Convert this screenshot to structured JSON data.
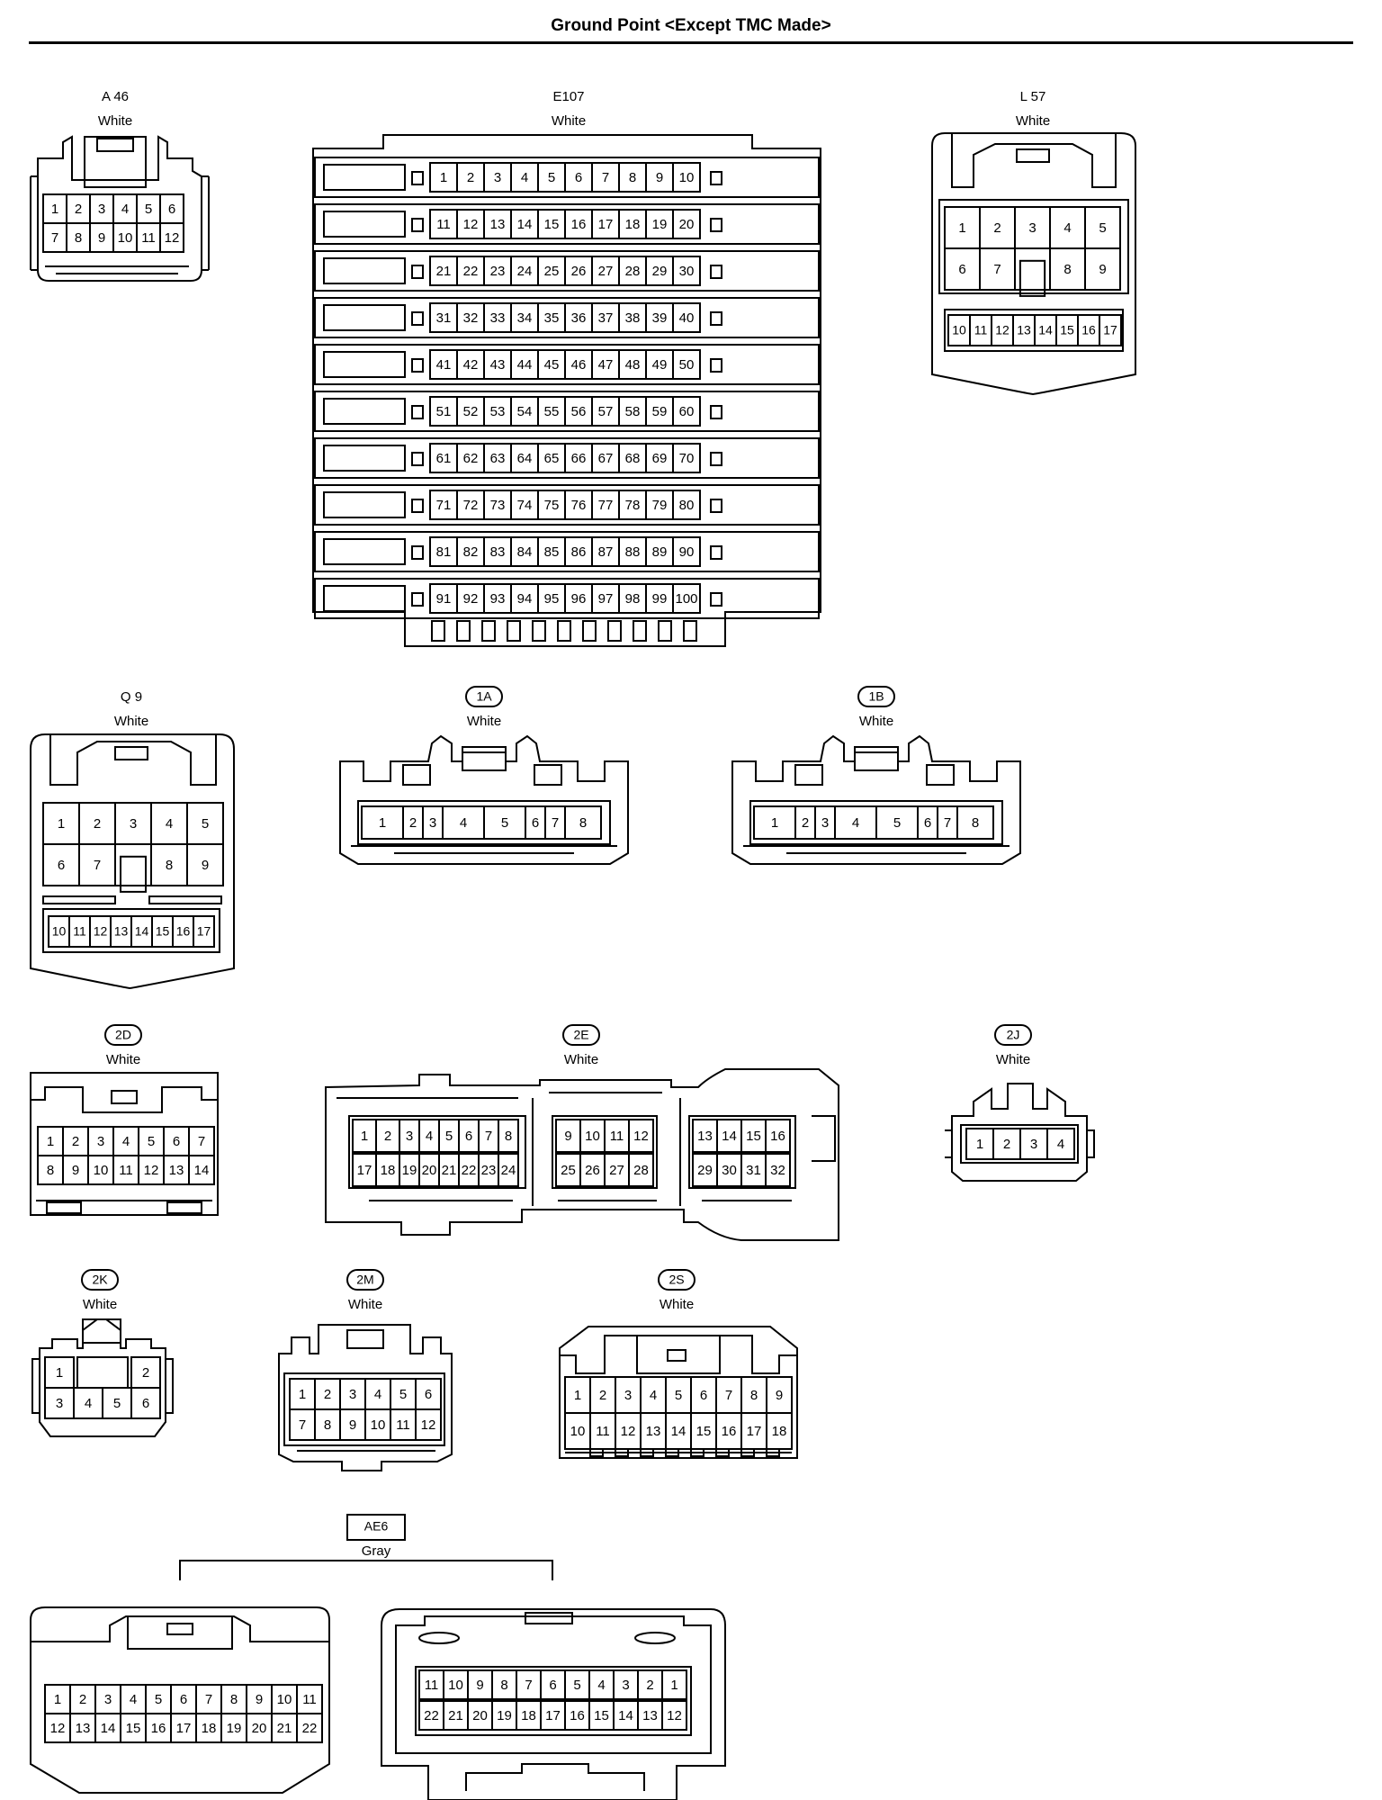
{
  "title": "Ground Point <Except TMC Made>",
  "connectors": {
    "A46": {
      "code": "A 46",
      "color": "White",
      "rows": [
        [
          "1",
          "2",
          "3",
          "4",
          "5",
          "6"
        ],
        [
          "7",
          "8",
          "9",
          "10",
          "11",
          "12"
        ]
      ]
    },
    "E107": {
      "code": "E107",
      "color": "White",
      "rows": [
        [
          "1",
          "2",
          "3",
          "4",
          "5",
          "6",
          "7",
          "8",
          "9",
          "10"
        ],
        [
          "11",
          "12",
          "13",
          "14",
          "15",
          "16",
          "17",
          "18",
          "19",
          "20"
        ],
        [
          "21",
          "22",
          "23",
          "24",
          "25",
          "26",
          "27",
          "28",
          "29",
          "30"
        ],
        [
          "31",
          "32",
          "33",
          "34",
          "35",
          "36",
          "37",
          "38",
          "39",
          "40"
        ],
        [
          "41",
          "42",
          "43",
          "44",
          "45",
          "46",
          "47",
          "48",
          "49",
          "50"
        ],
        [
          "51",
          "52",
          "53",
          "54",
          "55",
          "56",
          "57",
          "58",
          "59",
          "60"
        ],
        [
          "61",
          "62",
          "63",
          "64",
          "65",
          "66",
          "67",
          "68",
          "69",
          "70"
        ],
        [
          "71",
          "72",
          "73",
          "74",
          "75",
          "76",
          "77",
          "78",
          "79",
          "80"
        ],
        [
          "81",
          "82",
          "83",
          "84",
          "85",
          "86",
          "87",
          "88",
          "89",
          "90"
        ],
        [
          "91",
          "92",
          "93",
          "94",
          "95",
          "96",
          "97",
          "98",
          "99",
          "100"
        ]
      ]
    },
    "L57": {
      "code": "L 57",
      "color": "White",
      "rows": [
        [
          "1",
          "2",
          "3",
          "4",
          "5"
        ],
        [
          "6",
          "7",
          "",
          "8",
          "9"
        ],
        [
          "10",
          "11",
          "12",
          "13",
          "14",
          "15",
          "16",
          "17"
        ]
      ]
    },
    "Q9": {
      "code": "Q 9",
      "color": "White",
      "rows": [
        [
          "1",
          "2",
          "3",
          "4",
          "5"
        ],
        [
          "6",
          "7",
          "",
          "8",
          "9"
        ],
        [
          "10",
          "11",
          "12",
          "13",
          "14",
          "15",
          "16",
          "17"
        ]
      ]
    },
    "1A": {
      "code": "1A",
      "color": "White",
      "rows": [
        [
          "1",
          "2",
          "3",
          "4",
          "5",
          "6",
          "7",
          "8"
        ]
      ]
    },
    "1B": {
      "code": "1B",
      "color": "White",
      "rows": [
        [
          "1",
          "2",
          "3",
          "4",
          "5",
          "6",
          "7",
          "8"
        ]
      ]
    },
    "2D": {
      "code": "2D",
      "color": "White",
      "rows": [
        [
          "1",
          "2",
          "3",
          "4",
          "5",
          "6",
          "7"
        ],
        [
          "8",
          "9",
          "10",
          "11",
          "12",
          "13",
          "14"
        ]
      ]
    },
    "2E": {
      "code": "2E",
      "color": "White",
      "groups": [
        [
          [
            "1",
            "2",
            "3",
            "4",
            "5",
            "6",
            "7",
            "8"
          ],
          [
            "17",
            "18",
            "19",
            "20",
            "21",
            "22",
            "23",
            "24"
          ]
        ],
        [
          [
            "9",
            "10",
            "11",
            "12"
          ],
          [
            "25",
            "26",
            "27",
            "28"
          ]
        ],
        [
          [
            "13",
            "14",
            "15",
            "16"
          ],
          [
            "29",
            "30",
            "31",
            "32"
          ]
        ]
      ]
    },
    "2J": {
      "code": "2J",
      "color": "White",
      "rows": [
        [
          "1",
          "2",
          "3",
          "4"
        ]
      ]
    },
    "2K": {
      "code": "2K",
      "color": "White",
      "rows": [
        [
          "1",
          "2"
        ],
        [
          "3",
          "4",
          "5",
          "6"
        ]
      ]
    },
    "2M": {
      "code": "2M",
      "color": "White",
      "rows": [
        [
          "1",
          "2",
          "3",
          "4",
          "5",
          "6"
        ],
        [
          "7",
          "8",
          "9",
          "10",
          "11",
          "12"
        ]
      ]
    },
    "2S": {
      "code": "2S",
      "color": "White",
      "rows": [
        [
          "1",
          "2",
          "3",
          "4",
          "5",
          "6",
          "7",
          "8",
          "9"
        ],
        [
          "10",
          "11",
          "12",
          "13",
          "14",
          "15",
          "16",
          "17",
          "18"
        ]
      ]
    },
    "AE6": {
      "code": "AE6",
      "color": "Gray",
      "male_rows": [
        [
          "1",
          "2",
          "3",
          "4",
          "5",
          "6",
          "7",
          "8",
          "9",
          "10",
          "11"
        ],
        [
          "12",
          "13",
          "14",
          "15",
          "16",
          "17",
          "18",
          "19",
          "20",
          "21",
          "22"
        ]
      ],
      "female_rows": [
        [
          "11",
          "10",
          "9",
          "8",
          "7",
          "6",
          "5",
          "4",
          "3",
          "2",
          "1"
        ],
        [
          "22",
          "21",
          "20",
          "19",
          "18",
          "17",
          "16",
          "15",
          "14",
          "13",
          "12"
        ]
      ]
    }
  }
}
